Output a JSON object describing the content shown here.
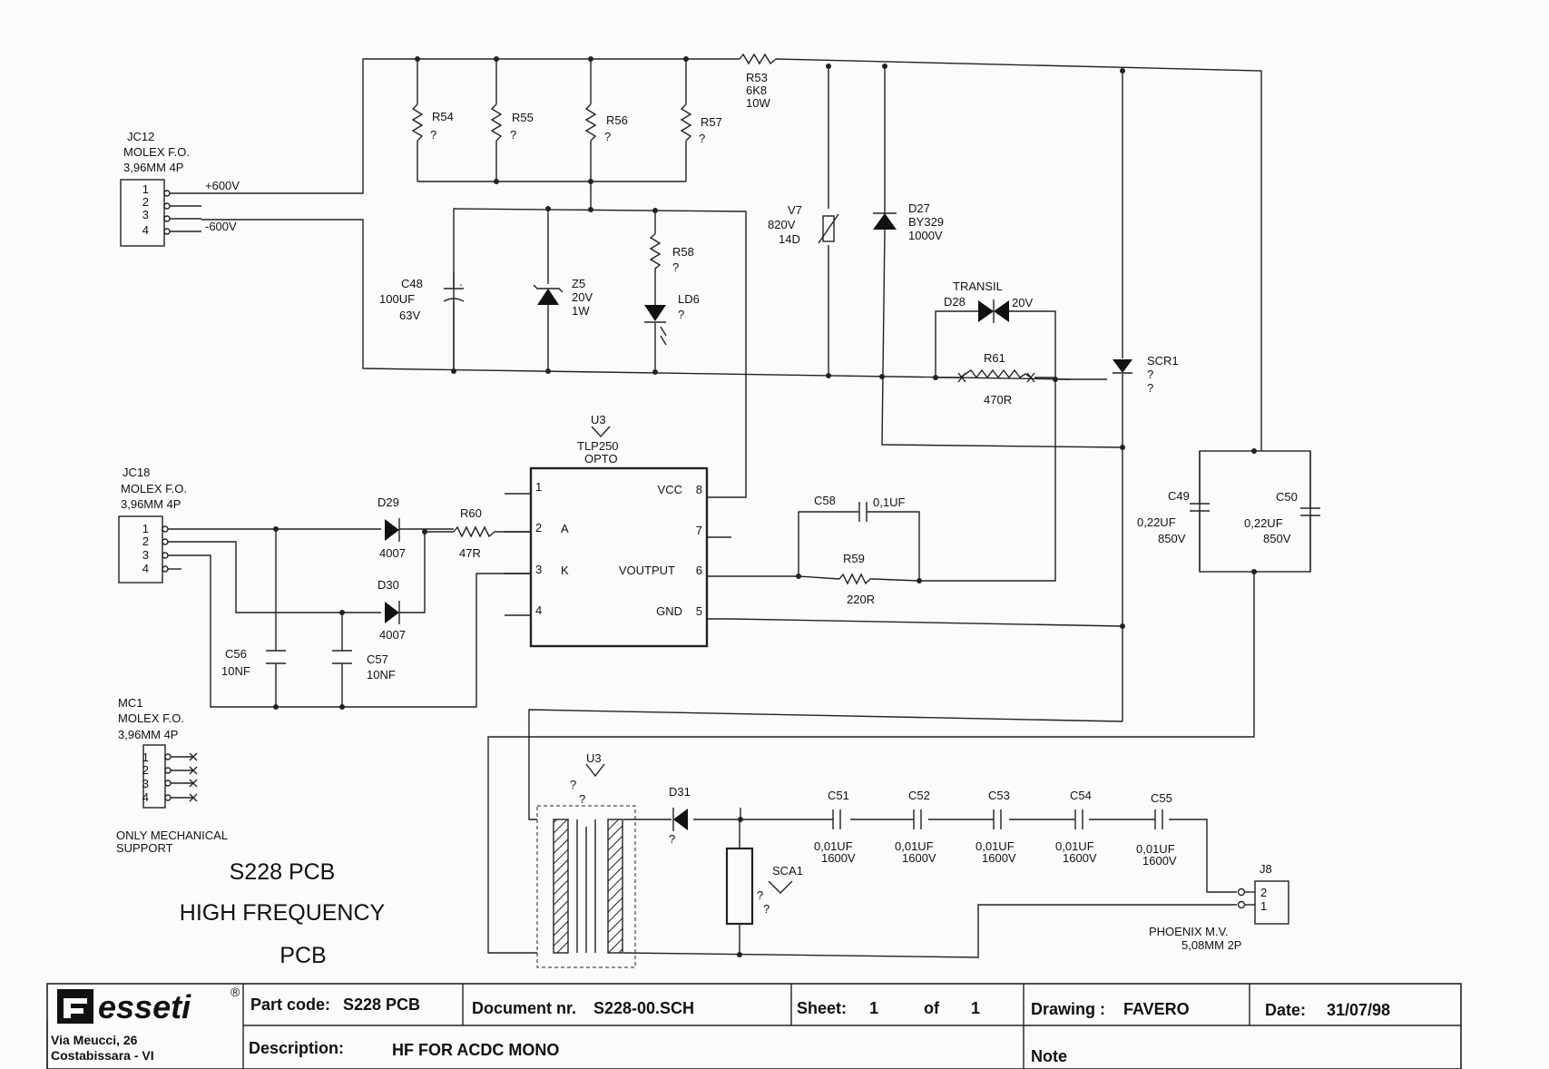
{
  "connectors": {
    "jc12": {
      "name": "JC12",
      "type": "MOLEX F.O.",
      "pitch": "3,96MM 4P",
      "pins": [
        "1",
        "2",
        "3",
        "4"
      ],
      "net_pos": "+600V",
      "net_neg": "-600V"
    },
    "jc18": {
      "name": "JC18",
      "type": "MOLEX F.O.",
      "pitch": "3,96MM 4P",
      "pins": [
        "1",
        "2",
        "3",
        "4"
      ]
    },
    "mc1": {
      "name": "MC1",
      "type": "MOLEX F.O.",
      "pitch": "3,96MM 4P",
      "pins": [
        "1",
        "2",
        "3",
        "4"
      ],
      "note1": "ONLY MECHANICAL",
      "note2": "SUPPORT"
    },
    "j8": {
      "name": "J8",
      "type": "PHOENIX M.V.",
      "pitch": "5,08MM 2P",
      "pins": [
        "2",
        "1"
      ]
    }
  },
  "components": {
    "r53": {
      "name": "R53",
      "value": "6K8",
      "rating": "10W"
    },
    "r54": {
      "name": "R54",
      "value": "?"
    },
    "r55": {
      "name": "R55",
      "value": "?"
    },
    "r56": {
      "name": "R56",
      "value": "?"
    },
    "r57": {
      "name": "R57",
      "value": "?"
    },
    "r58": {
      "name": "R58",
      "value": "?"
    },
    "c48": {
      "name": "C48",
      "value": "100UF",
      "rating": "63V"
    },
    "z5": {
      "name": "Z5",
      "value": "20V",
      "rating": "1W"
    },
    "ld6": {
      "name": "LD6",
      "value": "?"
    },
    "v7": {
      "name": "V7",
      "value": "820V",
      "rating": "14D"
    },
    "d27": {
      "name": "D27",
      "value": "BY329",
      "rating": "1000V"
    },
    "d28": {
      "name": "D28",
      "type": "TRANSIL",
      "value": "20V"
    },
    "r61": {
      "name": "R61",
      "value": "470R"
    },
    "scr1": {
      "name": "SCR1",
      "value": "?",
      "value2": "?"
    },
    "u3": {
      "name": "U3",
      "part": "TLP250",
      "type": "OPTO",
      "pins_left": [
        {
          "num": "1",
          "label": ""
        },
        {
          "num": "2",
          "label": "A"
        },
        {
          "num": "3",
          "label": "K"
        },
        {
          "num": "4",
          "label": ""
        }
      ],
      "pins_right": [
        {
          "num": "8",
          "label": "VCC"
        },
        {
          "num": "7",
          "label": ""
        },
        {
          "num": "6",
          "label": "VOUTPUT"
        },
        {
          "num": "5",
          "label": "GND"
        }
      ]
    },
    "c58": {
      "name": "C58",
      "value": "0,1UF"
    },
    "r59": {
      "name": "R59",
      "value": "220R"
    },
    "r60": {
      "name": "R60",
      "value": "47R"
    },
    "d29": {
      "name": "D29",
      "value": "4007"
    },
    "d30": {
      "name": "D30",
      "value": "4007"
    },
    "c56": {
      "name": "C56",
      "value": "10NF"
    },
    "c57": {
      "name": "C57",
      "value": "10NF"
    },
    "c49": {
      "name": "C49",
      "value": "0,22UF",
      "rating": "850V"
    },
    "c50": {
      "name": "C50",
      "value": "0,22UF",
      "rating": "850V"
    },
    "u3t": {
      "name": "U3",
      "q1": "?",
      "q2": "?"
    },
    "d31": {
      "name": "D31",
      "value": "?"
    },
    "sca1": {
      "name": "SCA1",
      "q1": "?",
      "q2": "?"
    },
    "hv_caps": [
      {
        "name": "C51",
        "value": "0,01UF",
        "rating": "1600V"
      },
      {
        "name": "C52",
        "value": "0,01UF",
        "rating": "1600V"
      },
      {
        "name": "C53",
        "value": "0,01UF",
        "rating": "1600V"
      },
      {
        "name": "C54",
        "value": "0,01UF",
        "rating": "1600V"
      },
      {
        "name": "C55",
        "value": "0,01UF",
        "rating": "1600V"
      }
    ]
  },
  "board_title": {
    "line1": "S228 PCB",
    "line2": "HIGH FREQUENCY",
    "line3": "PCB"
  },
  "title_block": {
    "logo_text": "esseti",
    "logo_mark": "®",
    "address1": "Via Meucci, 26",
    "address2": "Costabissara - VI",
    "part_code_label": "Part code:",
    "part_code": "S228 PCB",
    "document_label": "Document nr.",
    "document": "S228-00.SCH",
    "sheet_label": "Sheet:",
    "sheet_num": "1",
    "of_label": "of",
    "sheet_total": "1",
    "drawing_label": "Drawing :",
    "drawing": "FAVERO",
    "date_label": "Date:",
    "date": "31/07/98",
    "description_label": "Description:",
    "description": "HF FOR ACDC  MONO",
    "note_label": "Note"
  }
}
